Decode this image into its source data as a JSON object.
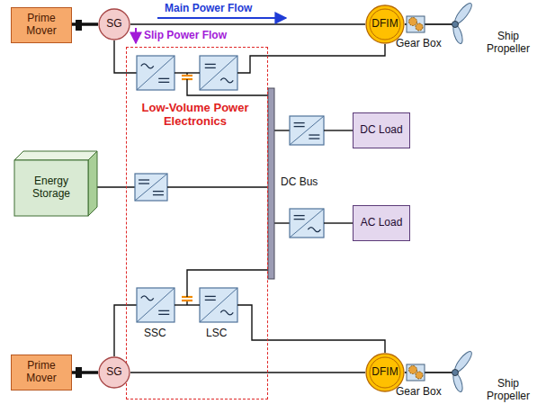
{
  "diagram": {
    "nodes": [
      {
        "text": [
          "Prime Mover"
        ]
      },
      {
        "text": [
          "SG"
        ]
      },
      {
        "text": [
          "DFIM"
        ]
      },
      {
        "text": [
          "Low-Volume Power Electronics"
        ]
      },
      {
        "text": [
          "Energy Storage"
        ]
      },
      {
        "text": [
          "DC Load"
        ]
      },
      {
        "text": [
          "AC Load"
        ]
      },
      {
        "text": [
          "Prime Mover"
        ]
      },
      {
        "text": [
          "SG"
        ]
      },
      {
        "text": [
          "DFIM"
        ]
      }
    ],
    "edges": [
      {
        "from": 0,
        "to": 1,
        "arrow": "none"
      },
      {
        "from": 1,
        "to": 2,
        "arrow": "none"
      },
      {
        "from": 7,
        "to": 8,
        "arrow": "none"
      },
      {
        "from": 8,
        "to": 9,
        "arrow": "none"
      }
    ],
    "labels": [
      "Main Power Flow",
      "Slip Power Flow",
      "Gear Box",
      "Ship Propeller",
      "DC Bus",
      "SSC",
      "LSC",
      "Gear Box",
      "Ship Propeller"
    ]
  }
}
